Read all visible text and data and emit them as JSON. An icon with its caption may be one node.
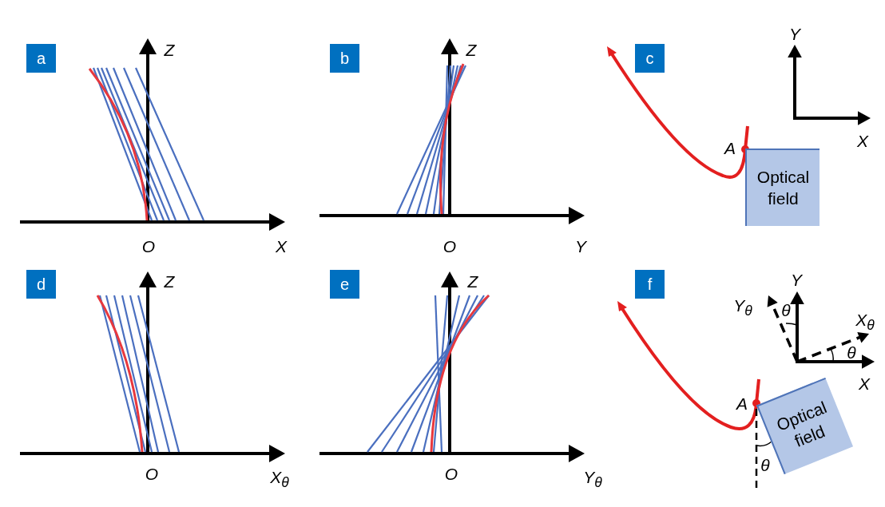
{
  "diagram": {
    "nodes": [
      {
        "text": [
          "a"
        ]
      },
      {
        "text": [
          "b"
        ]
      },
      {
        "text": [
          "c"
        ]
      },
      {
        "text": [
          "Optical field"
        ]
      },
      {
        "text": [
          "d"
        ]
      },
      {
        "text": [
          "e"
        ]
      },
      {
        "text": [
          "f"
        ]
      },
      {
        "text": [
          "Optical field"
        ]
      }
    ],
    "labels": [
      "Z",
      "O",
      "X",
      "Z",
      "O",
      "Y",
      "Y",
      "X",
      "A",
      "Z",
      "O",
      "X$_{θ}$",
      "Z",
      "O",
      "Y$_{θ}$",
      "Y",
      "Y$_{θ}$",
      "θ",
      "X$_{θ}$",
      "θ",
      "X",
      "A",
      "θ"
    ]
  }
}
